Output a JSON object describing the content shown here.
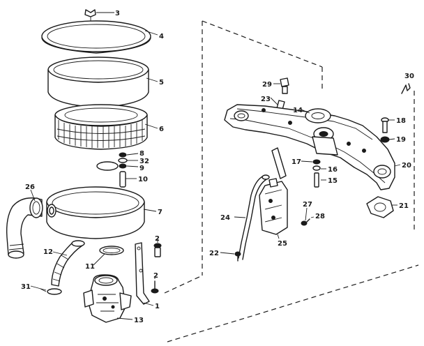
{
  "diagram": {
    "callouts": [
      {
        "id": "c3",
        "label": "3"
      },
      {
        "id": "c4",
        "label": "4"
      },
      {
        "id": "c5",
        "label": "5"
      },
      {
        "id": "c6",
        "label": "6"
      },
      {
        "id": "c8",
        "label": "8"
      },
      {
        "id": "c32",
        "label": "32"
      },
      {
        "id": "c9",
        "label": "9"
      },
      {
        "id": "c10",
        "label": "10"
      },
      {
        "id": "c7",
        "label": "7"
      },
      {
        "id": "c26",
        "label": "26"
      },
      {
        "id": "c12",
        "label": "12"
      },
      {
        "id": "c11",
        "label": "11"
      },
      {
        "id": "c2a",
        "label": "2"
      },
      {
        "id": "c2b",
        "label": "2"
      },
      {
        "id": "c1",
        "label": "1"
      },
      {
        "id": "c13",
        "label": "13"
      },
      {
        "id": "c31",
        "label": "31"
      },
      {
        "id": "c29",
        "label": "29"
      },
      {
        "id": "c23",
        "label": "23"
      },
      {
        "id": "c14",
        "label": "14"
      },
      {
        "id": "c30",
        "label": "30"
      },
      {
        "id": "c18",
        "label": "18"
      },
      {
        "id": "c19",
        "label": "19"
      },
      {
        "id": "c20",
        "label": "20"
      },
      {
        "id": "c17",
        "label": "17"
      },
      {
        "id": "c16",
        "label": "16"
      },
      {
        "id": "c15",
        "label": "15"
      },
      {
        "id": "c21",
        "label": "21"
      },
      {
        "id": "c27",
        "label": "27"
      },
      {
        "id": "c28",
        "label": "28"
      },
      {
        "id": "c24",
        "label": "24"
      },
      {
        "id": "c25",
        "label": "25"
      },
      {
        "id": "c22",
        "label": "22"
      }
    ]
  }
}
